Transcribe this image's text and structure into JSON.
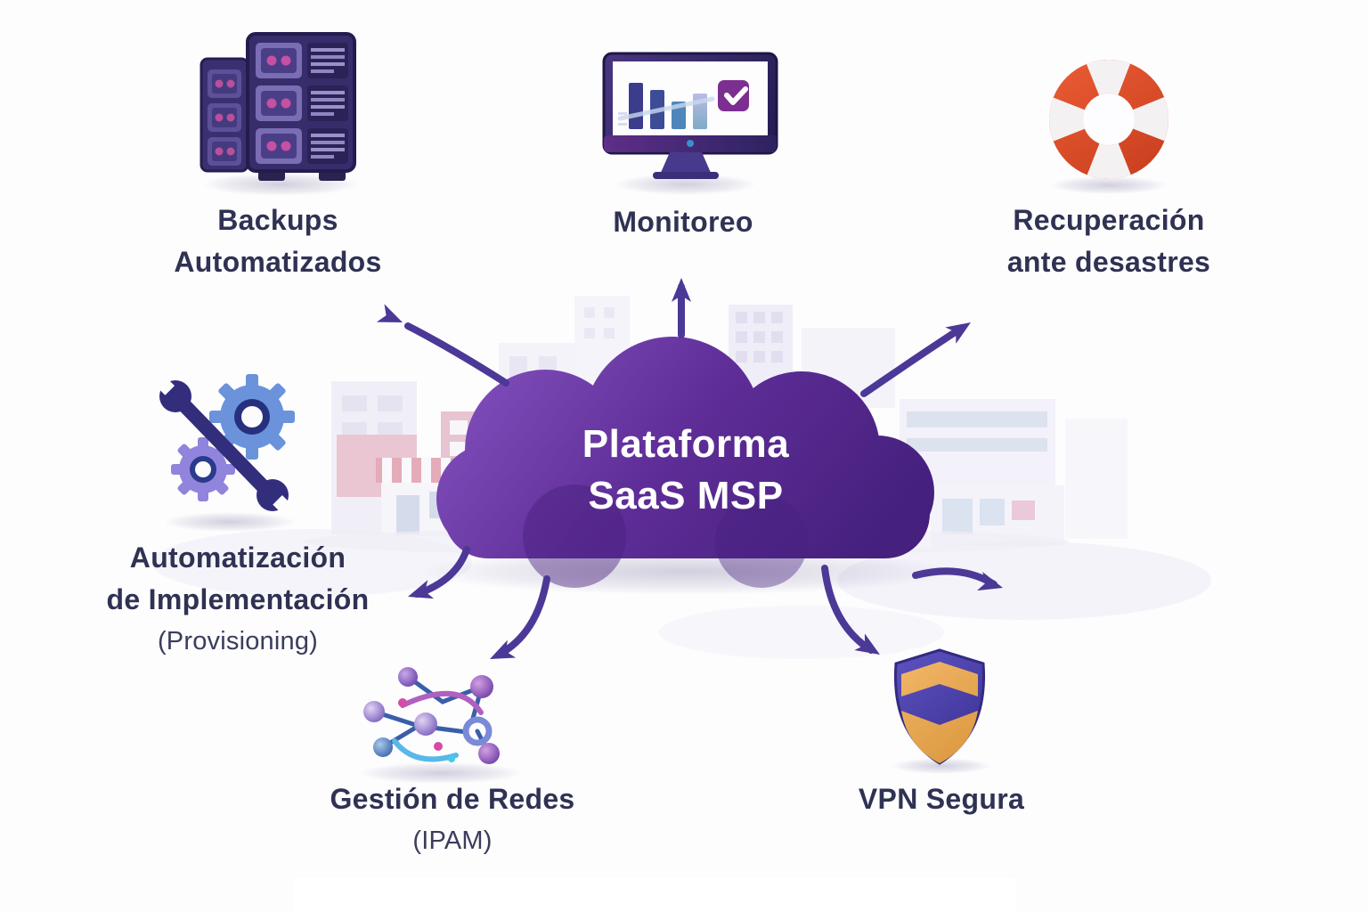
{
  "diagram": {
    "title": {
      "line1": "Plataforma",
      "line2": "SaaS MSP"
    },
    "nodes": {
      "backups": {
        "line1": "Backups",
        "line2": "Automatizados",
        "icon": "server-stack-icon"
      },
      "monitoring": {
        "line1": "Monitoreo",
        "icon": "monitor-chart-icon"
      },
      "recovery": {
        "line1": "Recuperación",
        "line2": "ante desastres",
        "icon": "lifebuoy-icon"
      },
      "provisioning": {
        "line1": "Automatización",
        "line2": "de Implementación",
        "line3": "(Provisioning)",
        "icon": "wrench-gears-icon"
      },
      "network": {
        "line1": "Gestión de Redes",
        "line2": "(IPAM)",
        "icon": "network-nodes-icon"
      },
      "vpn": {
        "line1": "VPN Segura",
        "icon": "security-shield-icon"
      }
    },
    "colors": {
      "cloud_top": "#7C4AB6",
      "cloud_bottom": "#45207D",
      "label_text": "#2F3252",
      "arrow": "#4C3896",
      "lifebuoy_red": "#DD4E2B",
      "shield_blue": "#4A41A8",
      "shield_gold": "#E9A85A",
      "gear_blue": "#4273CC",
      "server_purple": "#372D6B",
      "accent_magenta": "#C650A2"
    }
  }
}
